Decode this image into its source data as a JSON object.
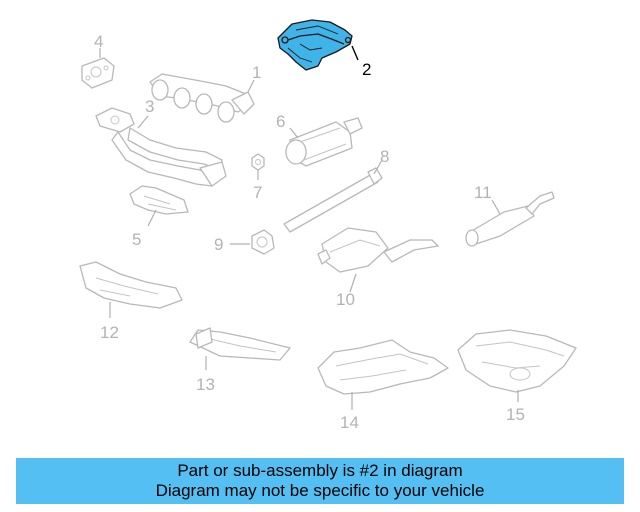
{
  "diagram": {
    "callouts": [
      "1",
      "2",
      "3",
      "4",
      "5",
      "6",
      "7",
      "8",
      "9",
      "10",
      "11",
      "12",
      "13",
      "14",
      "15"
    ],
    "highlighted_part": "2",
    "highlight_color": "#40b4e8"
  },
  "banner": {
    "line1": "Part or sub-assembly is #2 in diagram",
    "line2": "Diagram may not be specific to your vehicle",
    "background": "#54bff2"
  }
}
